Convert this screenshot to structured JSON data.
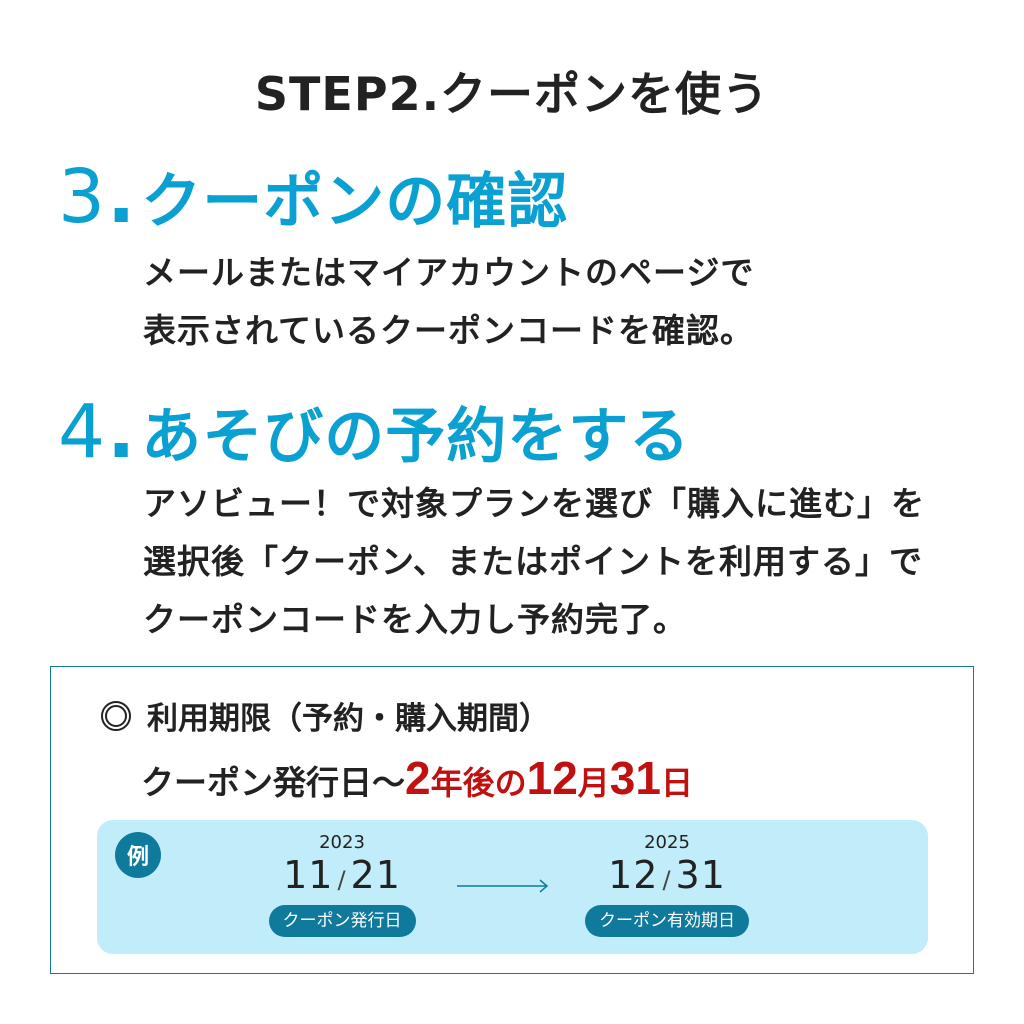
{
  "header": {
    "title": "STEP2.クーポンを使う"
  },
  "sections": [
    {
      "number": "3",
      "dot": ".",
      "heading": "クーポンの確認",
      "lines": [
        "メールまたはマイアカウントのページで",
        "表示されているクーポンコードを確認。"
      ]
    },
    {
      "number": "4",
      "dot": ".",
      "heading": "あそびの予約をする",
      "lines": [
        "アソビュー！で対象プランを選び「購入に進む」を",
        "選択後「クーポン、またはポイントを利用する」で",
        "クーポンコードを入力し予約完了。"
      ]
    }
  ],
  "validity": {
    "title": "利用期限（予約・購入期間）",
    "prefix": "クーポン発行日〜",
    "parts": {
      "years": "2",
      "years_unit": "年後の",
      "month": "12",
      "month_unit": "月",
      "day": "31",
      "day_unit": "日"
    }
  },
  "example": {
    "badge": "例",
    "start": {
      "year": "2023",
      "month": "11",
      "day": "21",
      "label": "クーポン発行日"
    },
    "end": {
      "year": "2025",
      "month": "12",
      "day": "31",
      "label": "クーポン有効期日"
    },
    "slash": "/"
  },
  "colors": {
    "accent_blue": "#0aa0d2",
    "dark_teal": "#0f7a9c",
    "highlight_red": "#c0100f",
    "panel_bg": "#c1edfb",
    "text": "#222222"
  }
}
